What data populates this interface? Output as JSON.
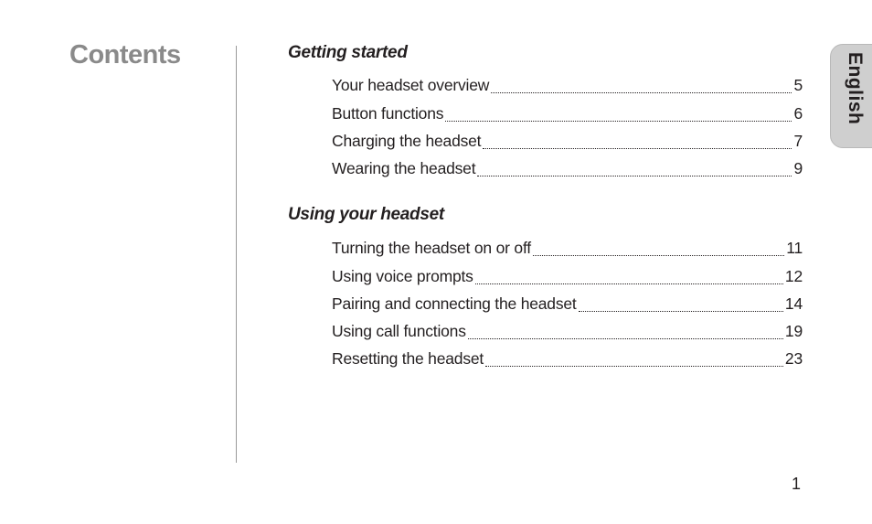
{
  "page_title": "Contents",
  "language_tab": "English",
  "page_number": "1",
  "sections": [
    {
      "heading": "Getting started",
      "entries": [
        {
          "label": "Your headset overview",
          "page": "5"
        },
        {
          "label": "Button functions",
          "page": "6"
        },
        {
          "label": "Charging the headset",
          "page": "7"
        },
        {
          "label": "Wearing the headset",
          "page": "9"
        }
      ]
    },
    {
      "heading": "Using your headset",
      "entries": [
        {
          "label": "Turning the headset on or off",
          "page": "11"
        },
        {
          "label": "Using voice prompts",
          "page": "12"
        },
        {
          "label": "Pairing and connecting the headset",
          "page": "14"
        },
        {
          "label": "Using call functions",
          "page": "19"
        },
        {
          "label": "Resetting the headset",
          "page": "23"
        }
      ]
    }
  ]
}
